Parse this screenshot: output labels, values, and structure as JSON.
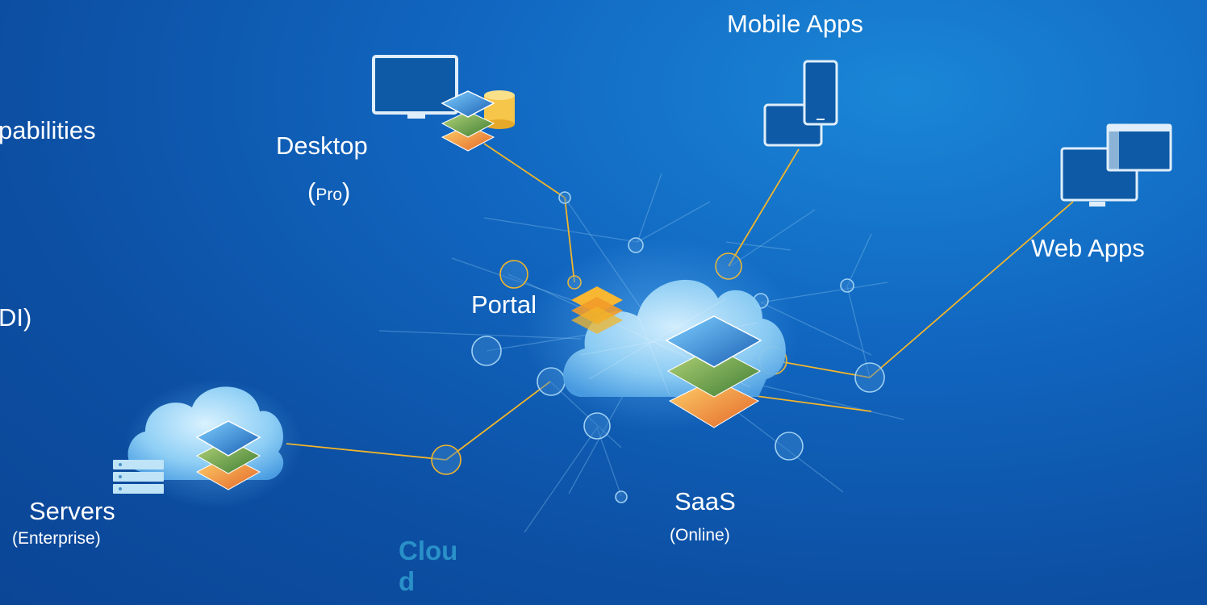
{
  "left_text": {
    "line1": "pabilities",
    "line2": "DI)"
  },
  "nodes": {
    "desktop": {
      "name": "Desktop",
      "sub_open": "(",
      "sub": "Pro",
      "sub_close": ")"
    },
    "mobile": {
      "name": "Mobile Apps"
    },
    "web": {
      "name": "Web Apps"
    },
    "portal": {
      "name": "Portal"
    },
    "servers": {
      "name": "Servers",
      "sub": "(Enterprise)"
    },
    "saas": {
      "name": "SaaS",
      "sub": "(Online)"
    },
    "cloud": {
      "name": "Cloud"
    }
  },
  "colors": {
    "background": "#0c4fa3",
    "connector": "#f2b52a",
    "node_ring": "#9fd0f2",
    "text": "#ffffff"
  }
}
